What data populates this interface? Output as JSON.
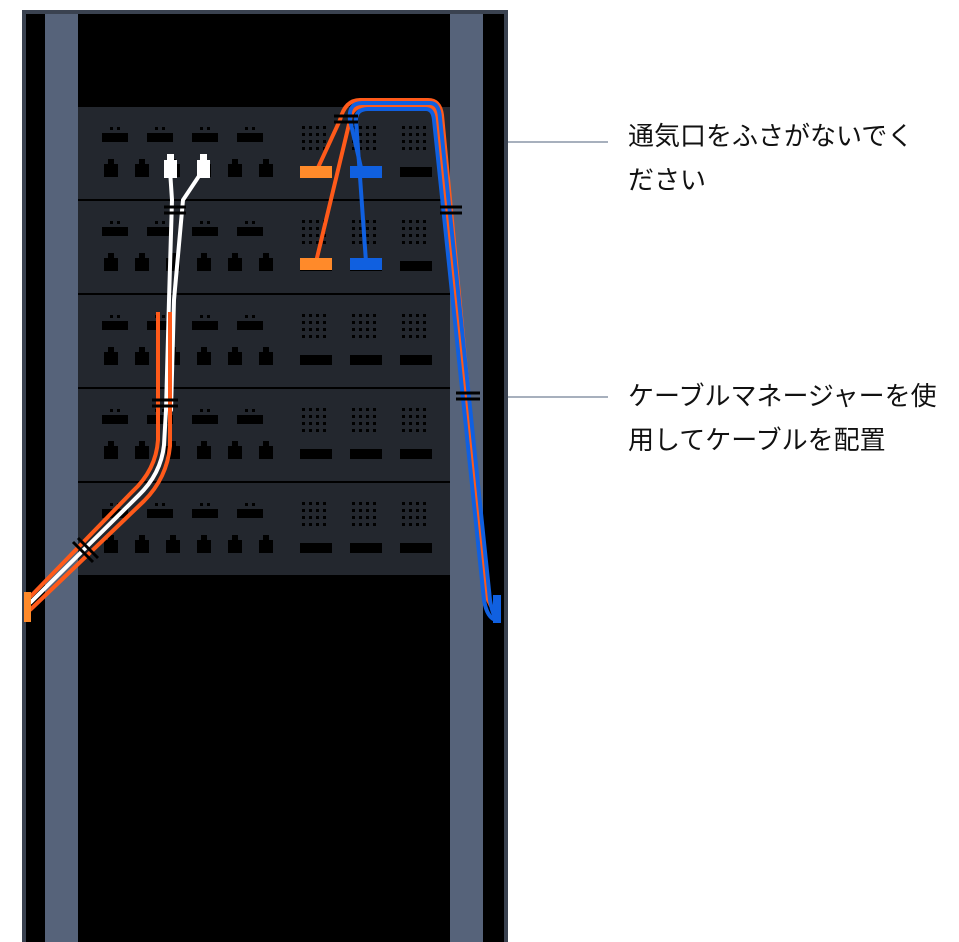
{
  "colors": {
    "rack_frame": "#3a4250",
    "rack_rail": "#56637a",
    "rack_interior": "#000000",
    "panel": "#23272e",
    "port": "#000000",
    "cable_orange": "#ff5a1a",
    "cable_orange_light": "#ff8a2a",
    "cable_blue": "#1060e0",
    "cable_white": "#ffffff",
    "tie": "#000000",
    "callout_line": "#a7b0bd",
    "text": "#111111"
  },
  "callouts": [
    {
      "text": "通気口をふさがないでく\nださい"
    },
    {
      "text": "ケーブルマネージャーを使\n用してケーブルを配置"
    }
  ],
  "rack": {
    "unit_count": 5
  },
  "icons": [
    "cable-tie-icon",
    "rj45-plug-icon",
    "fiber-connector-icon",
    "cable-manager-icon"
  ]
}
